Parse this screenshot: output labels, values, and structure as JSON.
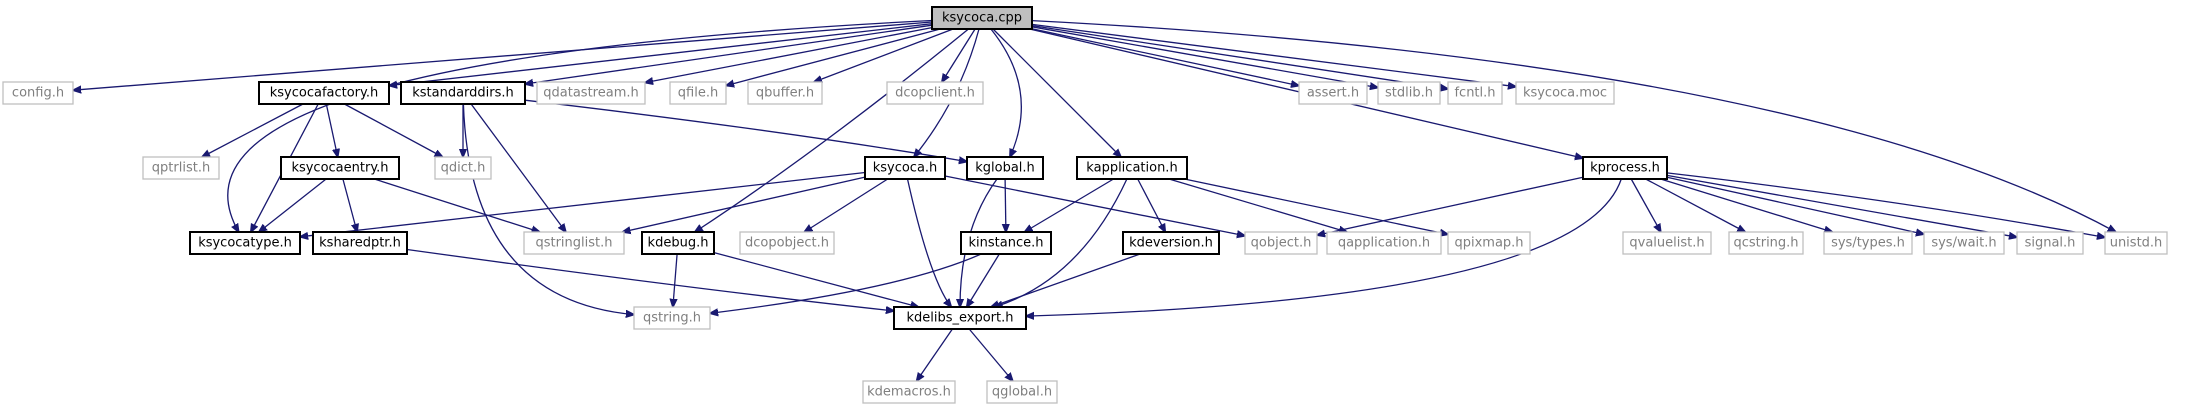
{
  "diagram": {
    "colors": {
      "edge": "#191970",
      "root_fill": "#bfbfbf",
      "system_border": "#bfbfbf",
      "system_text": "#7f7f7f",
      "local_border": "#000000"
    },
    "nodes": [
      {
        "id": "ksycoca_cpp",
        "label": "ksycoca.cpp",
        "kind": "root"
      },
      {
        "id": "config_h",
        "label": "config.h",
        "kind": "system"
      },
      {
        "id": "ksycocafactory_h",
        "label": "ksycocafactory.h",
        "kind": "local"
      },
      {
        "id": "kstandarddirs_h",
        "label": "kstandarddirs.h",
        "kind": "local"
      },
      {
        "id": "qdatastream_h",
        "label": "qdatastream.h",
        "kind": "system"
      },
      {
        "id": "qfile_h",
        "label": "qfile.h",
        "kind": "system"
      },
      {
        "id": "qbuffer_h",
        "label": "qbuffer.h",
        "kind": "system"
      },
      {
        "id": "dcopclient_h",
        "label": "dcopclient.h",
        "kind": "system"
      },
      {
        "id": "assert_h",
        "label": "assert.h",
        "kind": "system"
      },
      {
        "id": "stdlib_h",
        "label": "stdlib.h",
        "kind": "system"
      },
      {
        "id": "fcntl_h",
        "label": "fcntl.h",
        "kind": "system"
      },
      {
        "id": "ksycoca_moc",
        "label": "ksycoca.moc",
        "kind": "system"
      },
      {
        "id": "qptrlist_h",
        "label": "qptrlist.h",
        "kind": "system"
      },
      {
        "id": "ksycocaentry_h",
        "label": "ksycocaentry.h",
        "kind": "local"
      },
      {
        "id": "qdict_h",
        "label": "qdict.h",
        "kind": "system"
      },
      {
        "id": "ksycoca_h",
        "label": "ksycoca.h",
        "kind": "local"
      },
      {
        "id": "kglobal_h",
        "label": "kglobal.h",
        "kind": "local"
      },
      {
        "id": "kapplication_h",
        "label": "kapplication.h",
        "kind": "local"
      },
      {
        "id": "kprocess_h",
        "label": "kprocess.h",
        "kind": "local"
      },
      {
        "id": "ksycocatype_h",
        "label": "ksycocatype.h",
        "kind": "local"
      },
      {
        "id": "ksharedptr_h",
        "label": "ksharedptr.h",
        "kind": "local"
      },
      {
        "id": "qstringlist_h",
        "label": "qstringlist.h",
        "kind": "system"
      },
      {
        "id": "kdebug_h",
        "label": "kdebug.h",
        "kind": "local"
      },
      {
        "id": "dcopobject_h",
        "label": "dcopobject.h",
        "kind": "system"
      },
      {
        "id": "kinstance_h",
        "label": "kinstance.h",
        "kind": "local"
      },
      {
        "id": "kdeversion_h",
        "label": "kdeversion.h",
        "kind": "local"
      },
      {
        "id": "qobject_h",
        "label": "qobject.h",
        "kind": "system"
      },
      {
        "id": "qapplication_h",
        "label": "qapplication.h",
        "kind": "system"
      },
      {
        "id": "qpixmap_h",
        "label": "qpixmap.h",
        "kind": "system"
      },
      {
        "id": "qvaluelist_h",
        "label": "qvaluelist.h",
        "kind": "system"
      },
      {
        "id": "qcstring_h",
        "label": "qcstring.h",
        "kind": "system"
      },
      {
        "id": "sys_types_h",
        "label": "sys/types.h",
        "kind": "system"
      },
      {
        "id": "sys_wait_h",
        "label": "sys/wait.h",
        "kind": "system"
      },
      {
        "id": "signal_h",
        "label": "signal.h",
        "kind": "system"
      },
      {
        "id": "unistd_h",
        "label": "unistd.h",
        "kind": "system"
      },
      {
        "id": "qstring_h",
        "label": "qstring.h",
        "kind": "system"
      },
      {
        "id": "kdelibs_export_h",
        "label": "kdelibs_export.h",
        "kind": "local"
      },
      {
        "id": "kdemacros_h",
        "label": "kdemacros.h",
        "kind": "system"
      },
      {
        "id": "qglobal_h",
        "label": "qglobal.h",
        "kind": "system"
      }
    ],
    "edges": [
      [
        "ksycoca_cpp",
        "config_h"
      ],
      [
        "ksycoca_cpp",
        "ksycocafactory_h"
      ],
      [
        "ksycoca_cpp",
        "kstandarddirs_h"
      ],
      [
        "ksycoca_cpp",
        "qdatastream_h"
      ],
      [
        "ksycoca_cpp",
        "qfile_h"
      ],
      [
        "ksycoca_cpp",
        "qbuffer_h"
      ],
      [
        "ksycoca_cpp",
        "dcopclient_h"
      ],
      [
        "ksycoca_cpp",
        "assert_h"
      ],
      [
        "ksycoca_cpp",
        "stdlib_h"
      ],
      [
        "ksycoca_cpp",
        "fcntl_h"
      ],
      [
        "ksycoca_cpp",
        "ksycoca_moc"
      ],
      [
        "ksycoca_cpp",
        "ksycocatype_h"
      ],
      [
        "ksycoca_cpp",
        "ksycoca_h"
      ],
      [
        "ksycoca_cpp",
        "kglobal_h"
      ],
      [
        "ksycoca_cpp",
        "kapplication_h"
      ],
      [
        "ksycoca_cpp",
        "kprocess_h"
      ],
      [
        "ksycoca_cpp",
        "kdebug_h"
      ],
      [
        "ksycoca_cpp",
        "unistd_h"
      ],
      [
        "ksycocafactory_h",
        "qptrlist_h"
      ],
      [
        "ksycocafactory_h",
        "ksycocaentry_h"
      ],
      [
        "ksycocafactory_h",
        "qdict_h"
      ],
      [
        "ksycocafactory_h",
        "ksycocatype_h"
      ],
      [
        "kstandarddirs_h",
        "qdict_h"
      ],
      [
        "kstandarddirs_h",
        "qstringlist_h"
      ],
      [
        "kstandarddirs_h",
        "kglobal_h"
      ],
      [
        "kstandarddirs_h",
        "qstring_h"
      ],
      [
        "ksycocaentry_h",
        "ksycocatype_h"
      ],
      [
        "ksycocaentry_h",
        "ksharedptr_h"
      ],
      [
        "ksycocaentry_h",
        "qstringlist_h"
      ],
      [
        "ksycoca_h",
        "ksycocatype_h"
      ],
      [
        "ksycoca_h",
        "qstringlist_h"
      ],
      [
        "ksycoca_h",
        "dcopobject_h"
      ],
      [
        "ksycoca_h",
        "qobject_h"
      ],
      [
        "ksycoca_h",
        "kdelibs_export_h"
      ],
      [
        "kglobal_h",
        "kinstance_h"
      ],
      [
        "kglobal_h",
        "kdelibs_export_h"
      ],
      [
        "kapplication_h",
        "kinstance_h"
      ],
      [
        "kapplication_h",
        "kdeversion_h"
      ],
      [
        "kapplication_h",
        "qapplication_h"
      ],
      [
        "kapplication_h",
        "qpixmap_h"
      ],
      [
        "kapplication_h",
        "kdelibs_export_h"
      ],
      [
        "kprocess_h",
        "qobject_h"
      ],
      [
        "kprocess_h",
        "qvaluelist_h"
      ],
      [
        "kprocess_h",
        "qcstring_h"
      ],
      [
        "kprocess_h",
        "sys_types_h"
      ],
      [
        "kprocess_h",
        "sys_wait_h"
      ],
      [
        "kprocess_h",
        "signal_h"
      ],
      [
        "kprocess_h",
        "unistd_h"
      ],
      [
        "kprocess_h",
        "kdelibs_export_h"
      ],
      [
        "ksharedptr_h",
        "kdelibs_export_h"
      ],
      [
        "kdebug_h",
        "qstring_h"
      ],
      [
        "kdebug_h",
        "kdelibs_export_h"
      ],
      [
        "kinstance_h",
        "qstring_h"
      ],
      [
        "kinstance_h",
        "kdelibs_export_h"
      ],
      [
        "kdeversion_h",
        "kdelibs_export_h"
      ],
      [
        "kdelibs_export_h",
        "kdemacros_h"
      ],
      [
        "kdelibs_export_h",
        "qglobal_h"
      ]
    ]
  }
}
